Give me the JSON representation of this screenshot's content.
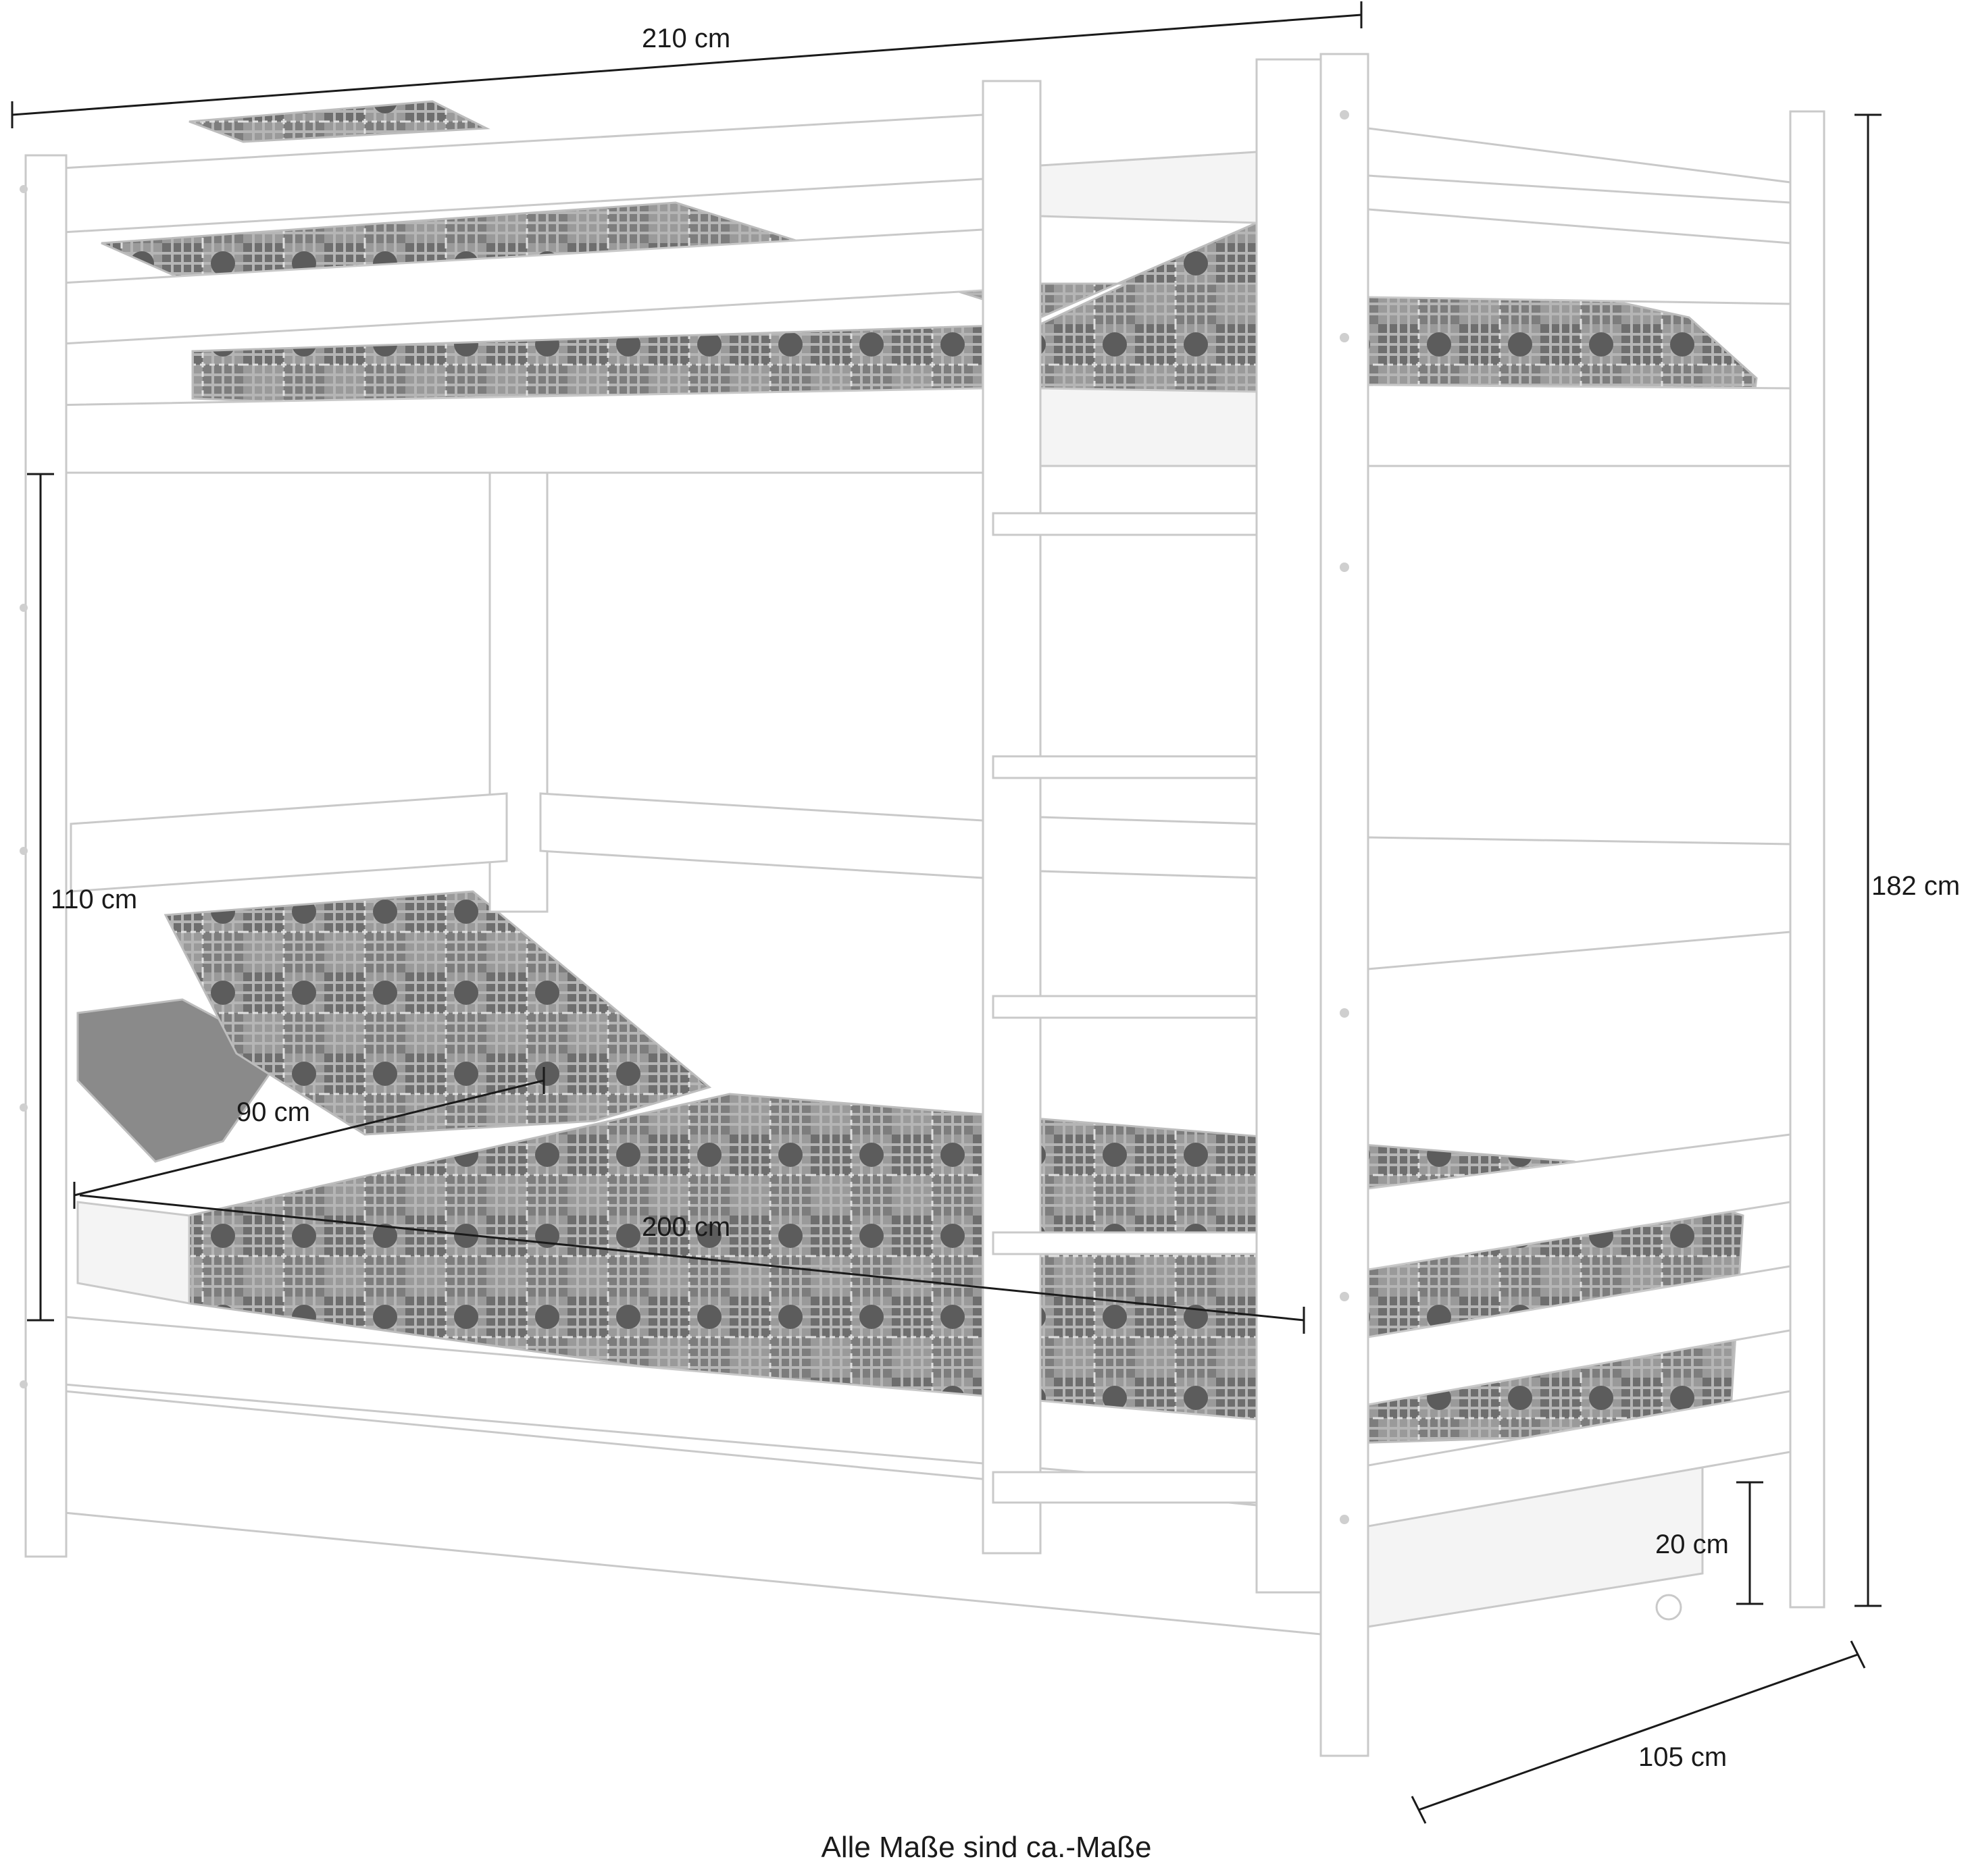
{
  "dimensions": {
    "total_length": "210 cm",
    "total_height": "182 cm",
    "depth": "105 cm",
    "clearance_height": "110 cm",
    "mattress_width": "90 cm",
    "mattress_length": "200 cm",
    "drawer_height": "20 cm"
  },
  "footnote": "Alle Maße sind ca.-Maße",
  "colors": {
    "frame": "#ffffff",
    "frame_edge": "#c9c9c9",
    "quilt_dark": "#6e6e6e",
    "quilt_light": "#b5b5b5",
    "dimension_line": "#1a1a1a"
  }
}
